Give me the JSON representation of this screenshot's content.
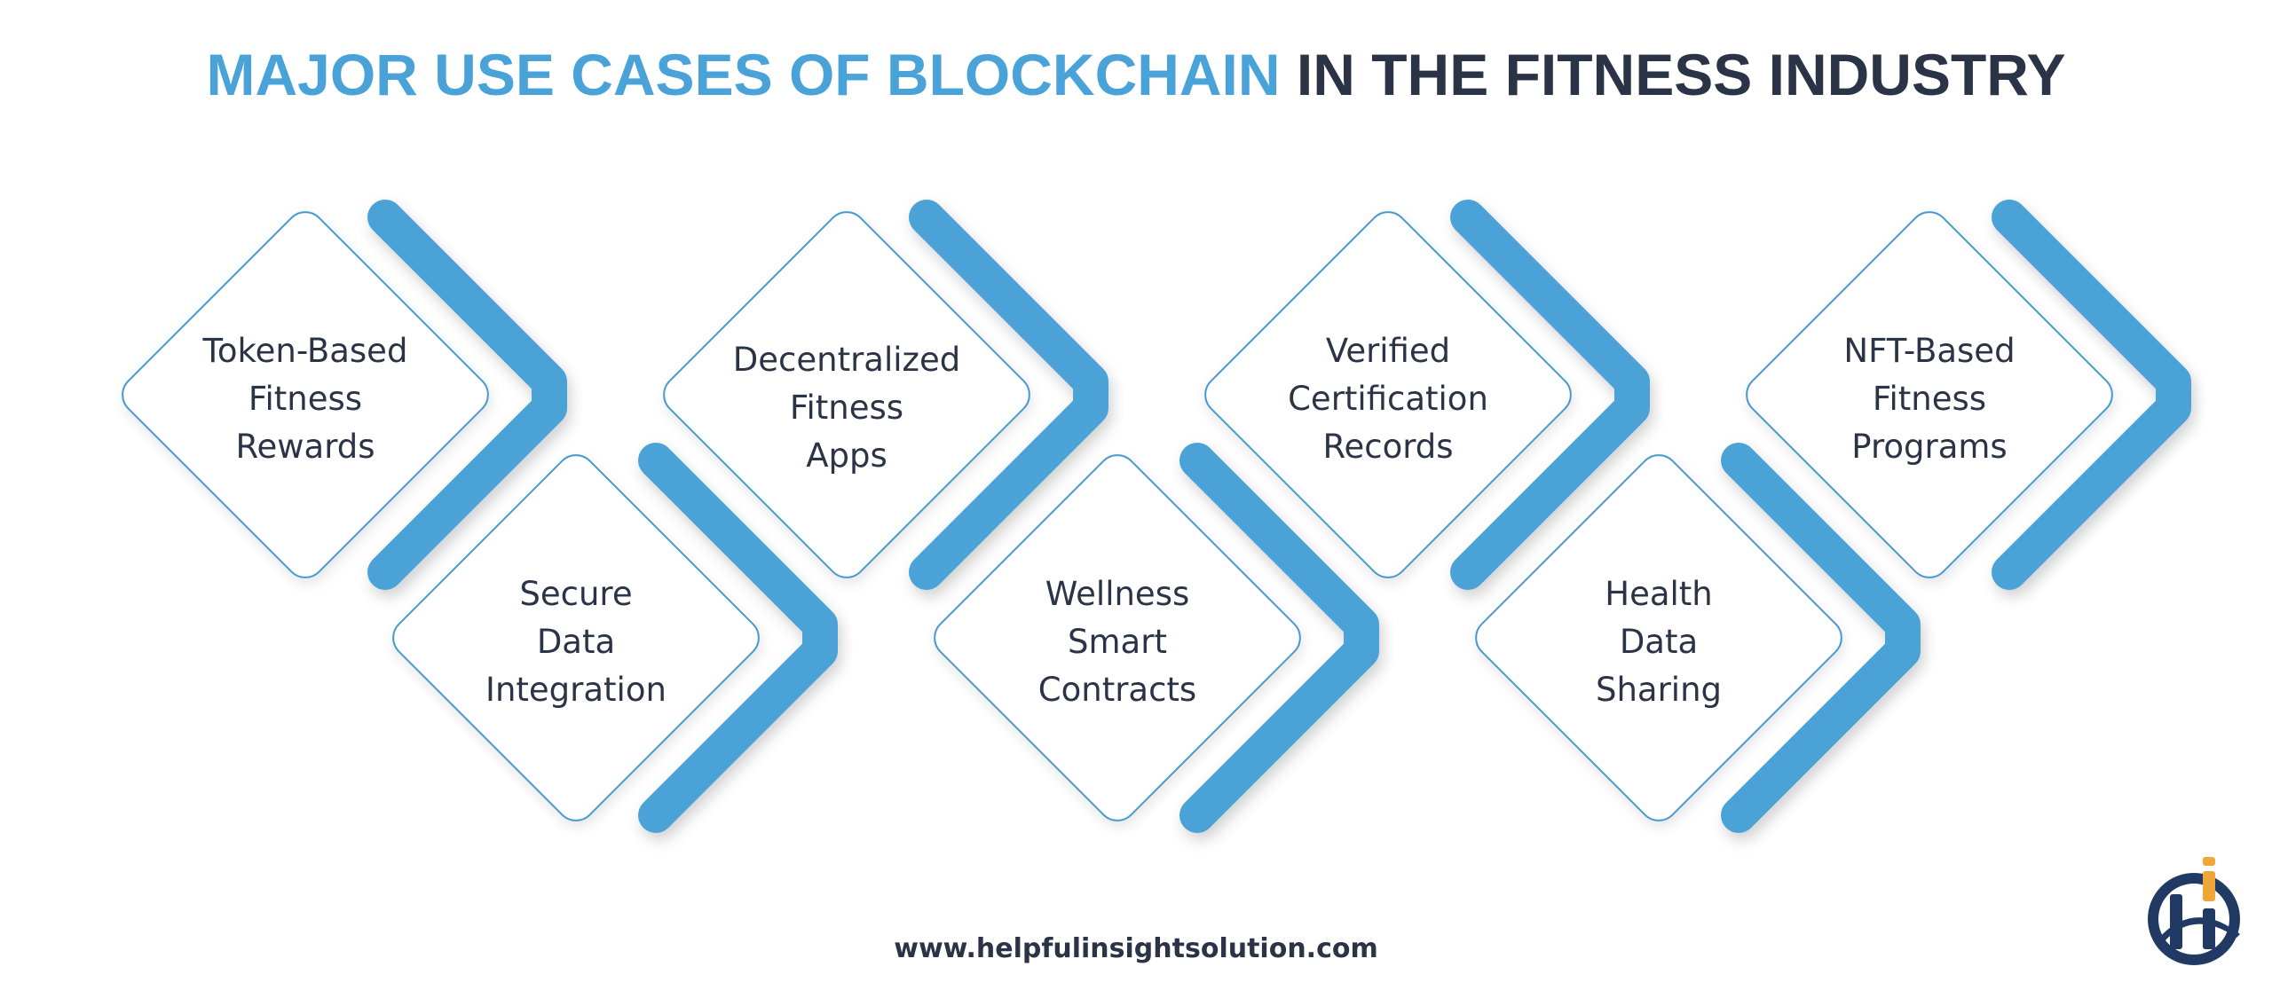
{
  "title": {
    "accent_part": "MAJOR USE CASES OF BLOCKCHAIN",
    "dark_part": "IN THE FITNESS INDUSTRY"
  },
  "colors": {
    "accent": "#4aa3d8",
    "dark": "#2b3346",
    "diamond_border": "#4a9acd",
    "chevron": "#4ba2d6",
    "logo_navy": "#213a63",
    "logo_orange": "#f0a73a"
  },
  "use_cases": [
    {
      "label": "Token-Based\nFitness\nRewards",
      "row": "top",
      "order": 1
    },
    {
      "label": "Secure\nData\nIntegration",
      "row": "bottom",
      "order": 2
    },
    {
      "label": "Decentralized\nFitness\nApps",
      "row": "top",
      "order": 3
    },
    {
      "label": "Wellness\nSmart\nContracts",
      "row": "bottom",
      "order": 4
    },
    {
      "label": "Verified\nCertification\nRecords",
      "row": "top",
      "order": 5
    },
    {
      "label": "Health\nData\nSharing",
      "row": "bottom",
      "order": 6
    },
    {
      "label": "NFT-Based\nFitness\nPrograms",
      "row": "top",
      "order": 7
    }
  ],
  "footer": {
    "website": "www.helpfulinsightsolution.com"
  },
  "logo": {
    "icon": "hi-circle-logo-icon"
  }
}
